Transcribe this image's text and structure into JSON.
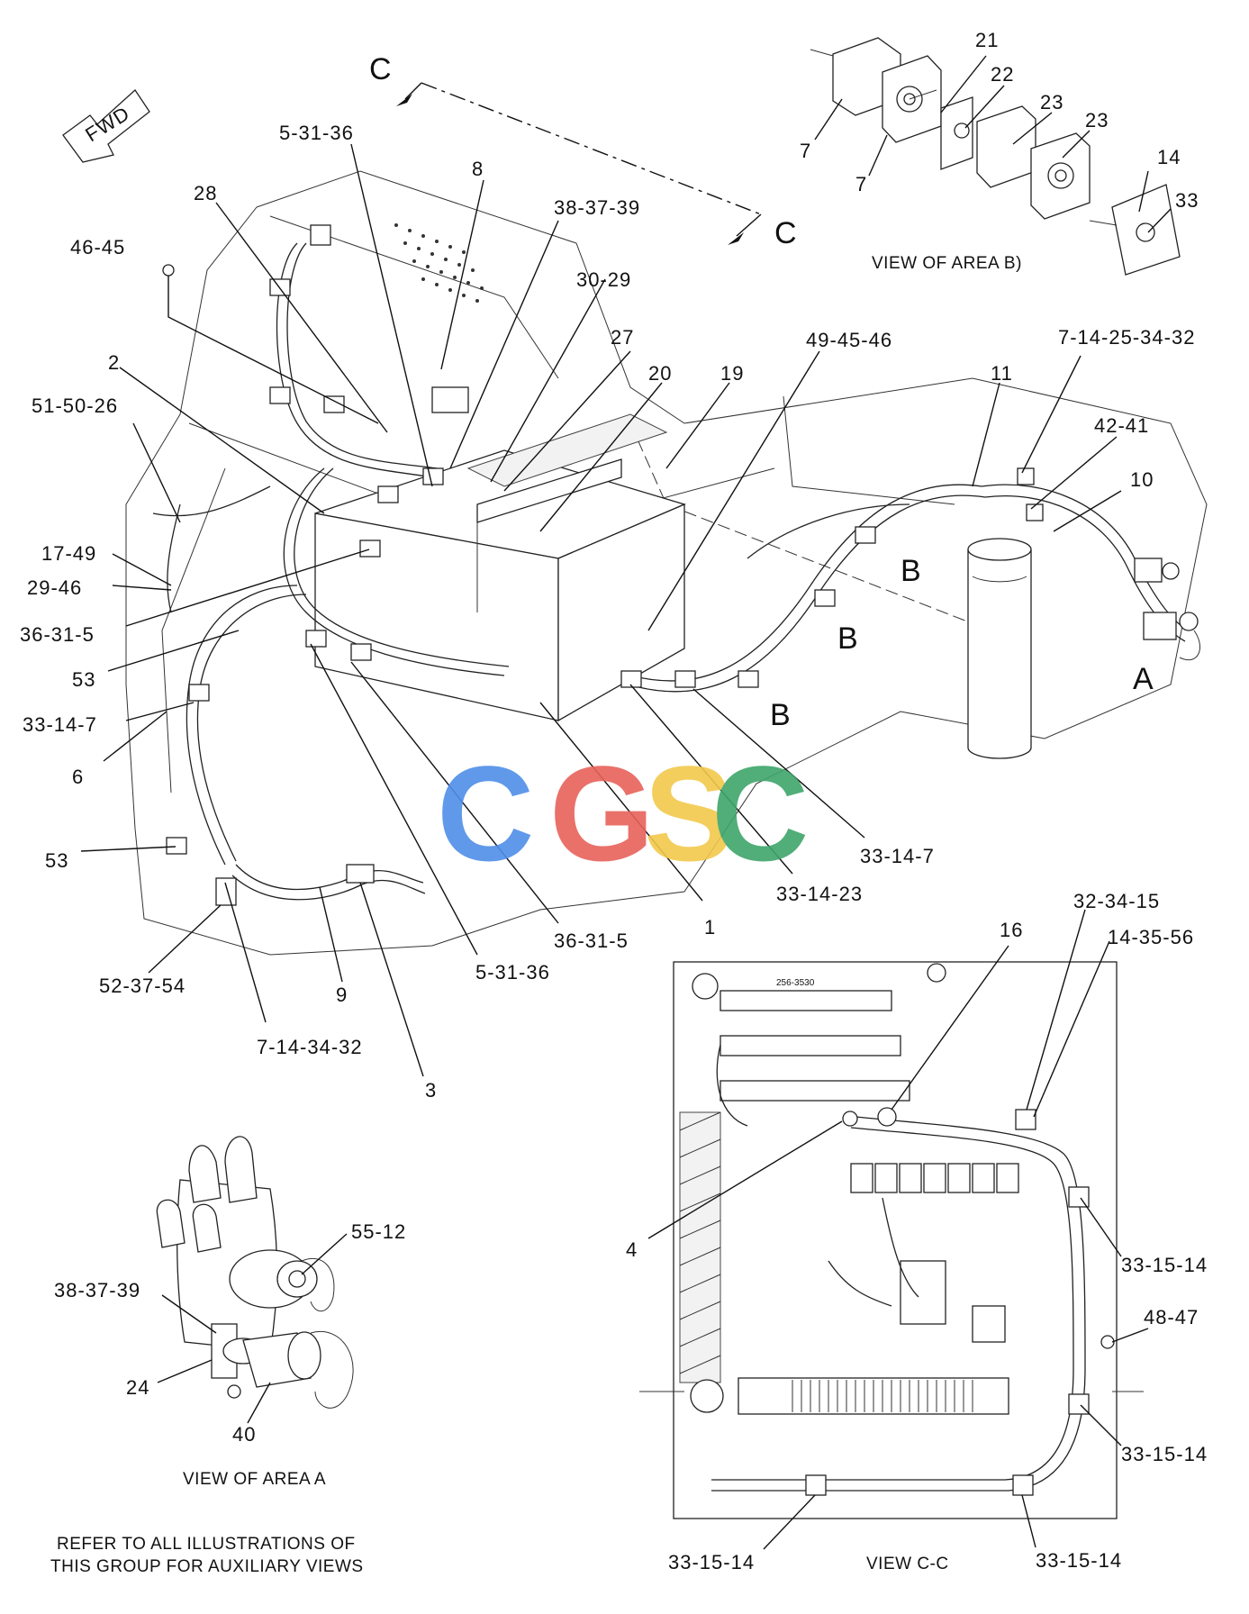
{
  "markers": {
    "fwd": "FWD",
    "section_c_top": "C",
    "section_c_right": "C",
    "area_a": "A",
    "area_b": [
      "B",
      "B",
      "B"
    ]
  },
  "callouts": [
    {
      "id": "c-5-31-36-top",
      "text": "5-31-36"
    },
    {
      "id": "c-8",
      "text": "8"
    },
    {
      "id": "c-28",
      "text": "28"
    },
    {
      "id": "c-38-37-39-top",
      "text": "38-37-39"
    },
    {
      "id": "c-46-45",
      "text": "46-45"
    },
    {
      "id": "c-30-29",
      "text": "30-29"
    },
    {
      "id": "c-27",
      "text": "27"
    },
    {
      "id": "c-2",
      "text": "2"
    },
    {
      "id": "c-20",
      "text": "20"
    },
    {
      "id": "c-19",
      "text": "19"
    },
    {
      "id": "c-49-45-46",
      "text": "49-45-46"
    },
    {
      "id": "c-51-50-26",
      "text": "51-50-26"
    },
    {
      "id": "c-11",
      "text": "11"
    },
    {
      "id": "c-7-14-25-34-32",
      "text": "7-14-25-34-32"
    },
    {
      "id": "c-42-41",
      "text": "42-41"
    },
    {
      "id": "c-10",
      "text": "10"
    },
    {
      "id": "c-17-49",
      "text": "17-49"
    },
    {
      "id": "c-29-46",
      "text": "29-46"
    },
    {
      "id": "c-36-31-5-left",
      "text": "36-31-5"
    },
    {
      "id": "c-53-top",
      "text": "53"
    },
    {
      "id": "c-33-14-7-left",
      "text": "33-14-7"
    },
    {
      "id": "c-6",
      "text": "6"
    },
    {
      "id": "c-53-bottom",
      "text": "53"
    },
    {
      "id": "c-33-14-7-right",
      "text": "33-14-7"
    },
    {
      "id": "c-33-14-23",
      "text": "33-14-23"
    },
    {
      "id": "c-1",
      "text": "1"
    },
    {
      "id": "c-36-31-5-bottom",
      "text": "36-31-5"
    },
    {
      "id": "c-5-31-36-bottom",
      "text": "5-31-36"
    },
    {
      "id": "c-52-37-54",
      "text": "52-37-54"
    },
    {
      "id": "c-9",
      "text": "9"
    },
    {
      "id": "c-7-14-34-32",
      "text": "7-14-34-32"
    },
    {
      "id": "c-3",
      "text": "3"
    }
  ],
  "view_b": {
    "caption": "VIEW OF AREA  B)",
    "callouts": [
      "21",
      "22",
      "23",
      "23",
      "14",
      "33",
      "7",
      "7"
    ]
  },
  "view_a": {
    "caption": "VIEW OF AREA A",
    "callouts": [
      "55-12",
      "38-37-39",
      "24",
      "40"
    ]
  },
  "view_cc": {
    "caption": "VIEW  C-C",
    "panel_tag": "256-3530",
    "callouts": [
      "16",
      "32-34-15",
      "14-35-56",
      "4",
      "33-15-14",
      "48-47",
      "33-15-14",
      "33-15-14",
      "33-15-14"
    ]
  },
  "note": {
    "line1": "REFER TO ALL ILLUSTRATIONS OF",
    "line2": "THIS GROUP FOR AUXILIARY VIEWS"
  },
  "watermark": {
    "letters": [
      "C",
      "G",
      "S",
      "C"
    ],
    "colors": [
      "#4f8fe8",
      "#e8625a",
      "#f2c94c",
      "#3fa66a"
    ]
  }
}
